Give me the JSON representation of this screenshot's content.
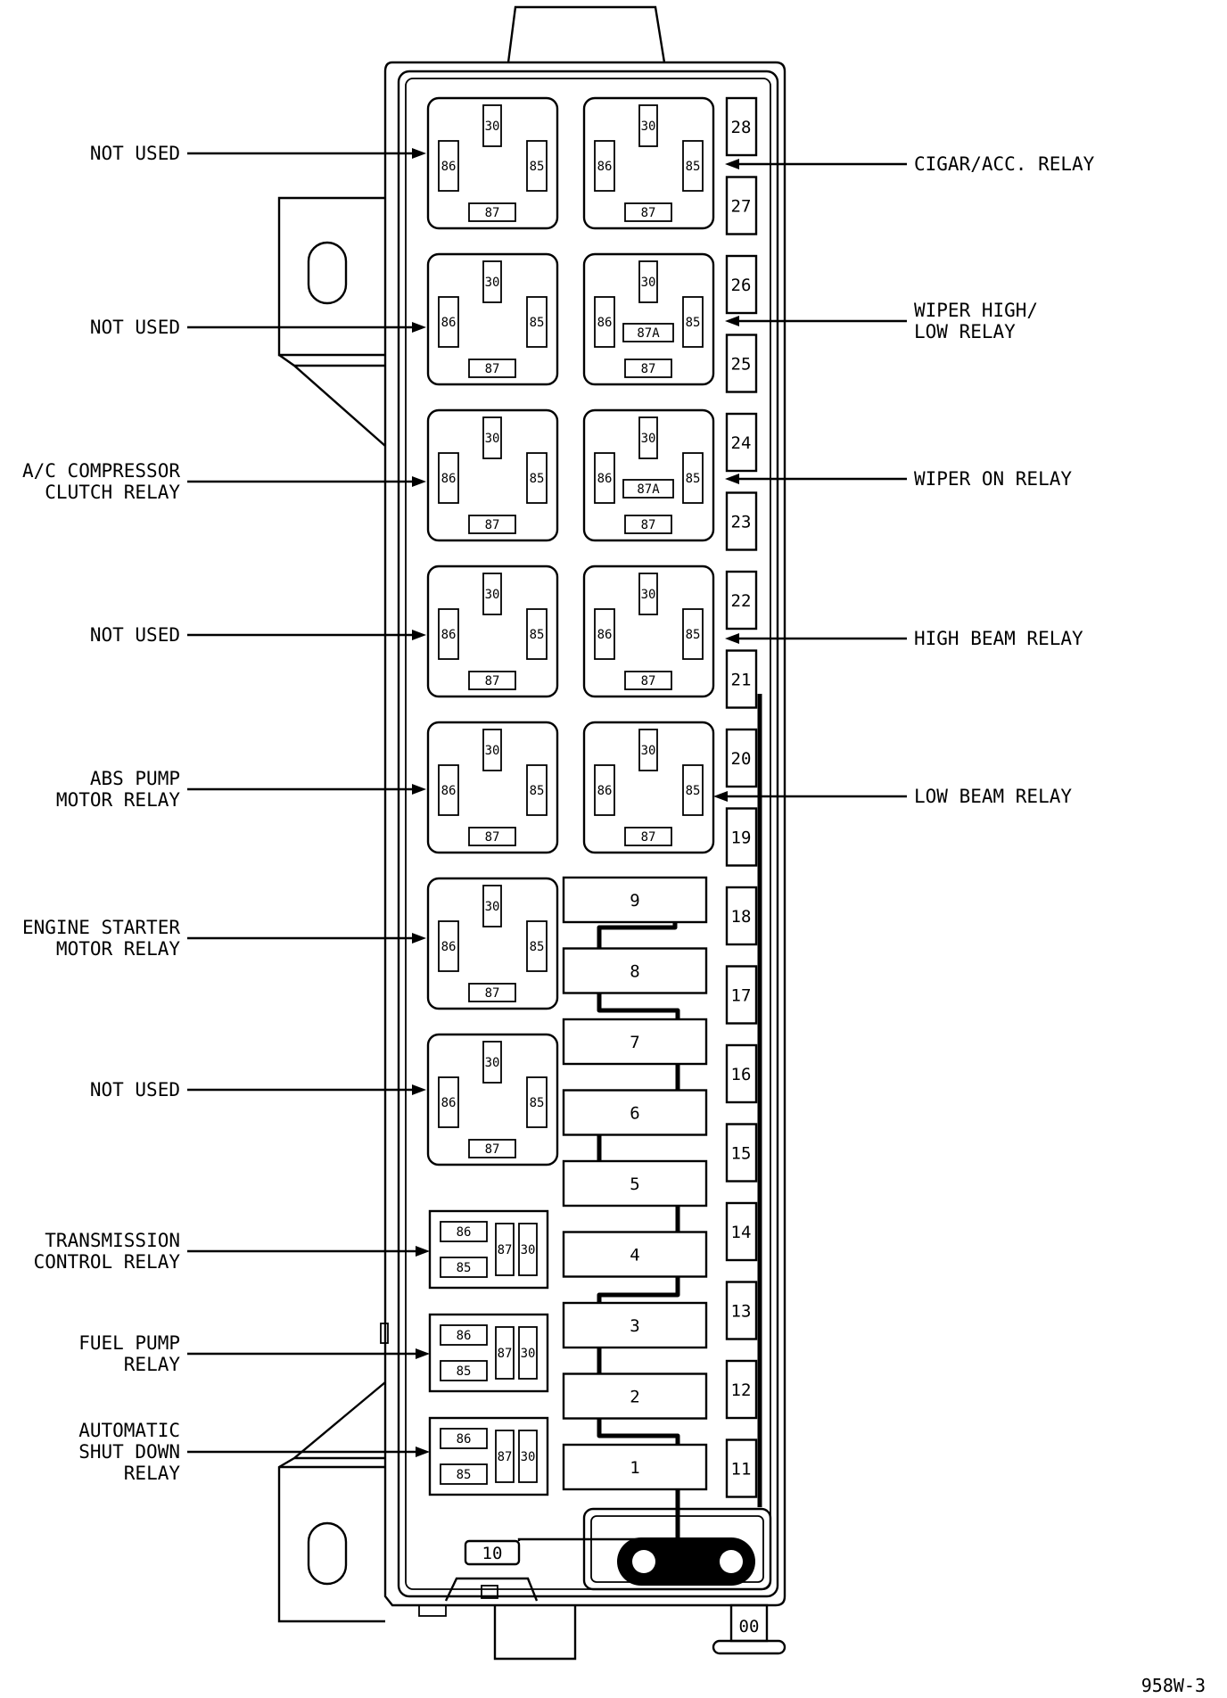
{
  "relays": [
    {
      "pins": {
        "p30": "30",
        "p86": "86",
        "p85": "85",
        "p87": "87"
      }
    },
    {
      "pins": {
        "p30": "30",
        "p86": "86",
        "p85": "85",
        "p87": "87"
      }
    },
    {
      "pins": {
        "p30": "30",
        "p86": "86",
        "p85": "85",
        "p87": "87"
      }
    },
    {
      "pins": {
        "p30": "30",
        "p86": "86",
        "p85": "85",
        "p87": "87",
        "p87a": "87A"
      }
    },
    {
      "pins": {
        "p30": "30",
        "p86": "86",
        "p85": "85",
        "p87": "87"
      }
    },
    {
      "pins": {
        "p30": "30",
        "p86": "86",
        "p85": "85",
        "p87": "87",
        "p87a": "87A"
      }
    },
    {
      "pins": {
        "p30": "30",
        "p86": "86",
        "p85": "85",
        "p87": "87"
      }
    },
    {
      "pins": {
        "p30": "30",
        "p86": "86",
        "p85": "85",
        "p87": "87"
      }
    },
    {
      "pins": {
        "p30": "30",
        "p86": "86",
        "p85": "85",
        "p87": "87"
      }
    },
    {
      "pins": {
        "p30": "30",
        "p86": "86",
        "p85": "85",
        "p87": "87"
      }
    },
    {
      "pins": {
        "p30": "30",
        "p86": "86",
        "p85": "85",
        "p87": "87"
      }
    },
    {
      "pins": {
        "p30": "30",
        "p86": "86",
        "p85": "85",
        "p87": "87"
      }
    }
  ],
  "mini_relays": [
    {
      "pins": {
        "p86": "86",
        "p85": "85",
        "p87": "87",
        "p30": "30"
      }
    },
    {
      "pins": {
        "p86": "86",
        "p85": "85",
        "p87": "87",
        "p30": "30"
      }
    },
    {
      "pins": {
        "p86": "86",
        "p85": "85",
        "p87": "87",
        "p30": "30"
      }
    }
  ],
  "center_fuses": [
    "9",
    "8",
    "7",
    "6",
    "5",
    "4",
    "3",
    "2",
    "1"
  ],
  "side_fuses": [
    "28",
    "27",
    "26",
    "25",
    "24",
    "23",
    "22",
    "21",
    "20",
    "19",
    "18",
    "17",
    "16",
    "15",
    "14",
    "13",
    "12",
    "11"
  ],
  "fuse_10": "10",
  "connector_text": "00",
  "left_labels": [
    {
      "lines": [
        "NOT USED"
      ]
    },
    {
      "lines": [
        "NOT USED"
      ]
    },
    {
      "lines": [
        "A/C COMPRESSOR",
        "CLUTCH RELAY"
      ]
    },
    {
      "lines": [
        "NOT USED"
      ]
    },
    {
      "lines": [
        "ABS PUMP",
        "MOTOR RELAY"
      ]
    },
    {
      "lines": [
        "ENGINE STARTER",
        "MOTOR RELAY"
      ]
    },
    {
      "lines": [
        "NOT USED"
      ]
    },
    {
      "lines": [
        "TRANSMISSION",
        "CONTROL RELAY"
      ]
    },
    {
      "lines": [
        "FUEL PUMP",
        "RELAY"
      ]
    },
    {
      "lines": [
        "AUTOMATIC",
        "SHUT DOWN",
        "RELAY"
      ]
    }
  ],
  "right_labels": [
    {
      "lines": [
        "CIGAR/ACC. RELAY"
      ]
    },
    {
      "lines": [
        "WIPER HIGH/",
        "LOW RELAY"
      ]
    },
    {
      "lines": [
        "WIPER ON RELAY"
      ]
    },
    {
      "lines": [
        "HIGH BEAM RELAY"
      ]
    },
    {
      "lines": [
        "LOW BEAM RELAY"
      ]
    }
  ],
  "figure_code": "958W-3"
}
